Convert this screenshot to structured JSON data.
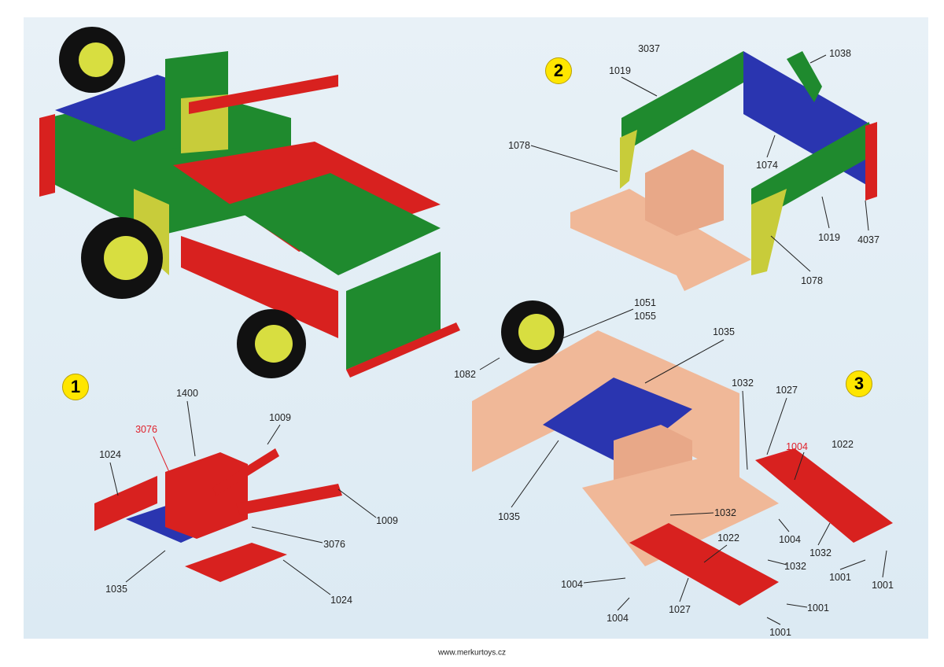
{
  "steps": {
    "s1": "1",
    "s2": "2",
    "s3": "3"
  },
  "step1": {
    "l1400": "1400",
    "l3076a": "3076",
    "l1009a": "1009",
    "l1024a": "1024",
    "l1009b": "1009",
    "l3076b": "3076",
    "l1035": "1035",
    "l1024b": "1024"
  },
  "step2": {
    "l3037": "3037",
    "l1019a": "1019",
    "l1038": "1038",
    "l1078a": "1078",
    "l1074": "1074",
    "l1019b": "1019",
    "l4037": "4037",
    "l1078b": "1078"
  },
  "step3": {
    "l1051": "1051",
    "l1055": "1055",
    "l1035a": "1035",
    "l1082": "1082",
    "l1032a": "1032",
    "l1027a": "1027",
    "l1004red": "1004",
    "l1022a": "1022",
    "l1035b": "1035",
    "l1032b": "1032",
    "l1004a": "1004",
    "l1032c": "1032",
    "l1022b": "1022",
    "l1032d": "1032",
    "l1004b": "1004",
    "l1001a": "1001",
    "l1001b": "1001",
    "l1027b": "1027",
    "l1001c": "1001",
    "l1004c": "1004",
    "l1001d": "1001"
  },
  "footer": "www.merkurtoys.cz",
  "colors": {
    "red": "#d8211f",
    "green": "#1f8a2e",
    "blue": "#2a35b0",
    "yellow": "#c8cc3a",
    "copper": "#f0b898"
  }
}
